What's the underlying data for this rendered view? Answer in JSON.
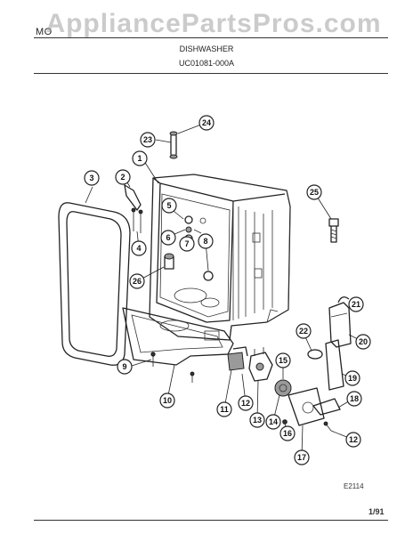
{
  "watermark": "AppliancePartsPros.com",
  "header": {
    "model": "MO",
    "title": "DISHWASHER",
    "subtitle": "UC01081-000A"
  },
  "footer": {
    "figure_code": "E2114",
    "page": "1/91"
  },
  "callouts": [
    "1",
    "2",
    "3",
    "4",
    "5",
    "6",
    "7",
    "8",
    "9",
    "10",
    "11",
    "12",
    "13",
    "14",
    "15",
    "16",
    "17",
    "18",
    "19",
    "20",
    "21",
    "22",
    "23",
    "24",
    "25",
    "26"
  ]
}
